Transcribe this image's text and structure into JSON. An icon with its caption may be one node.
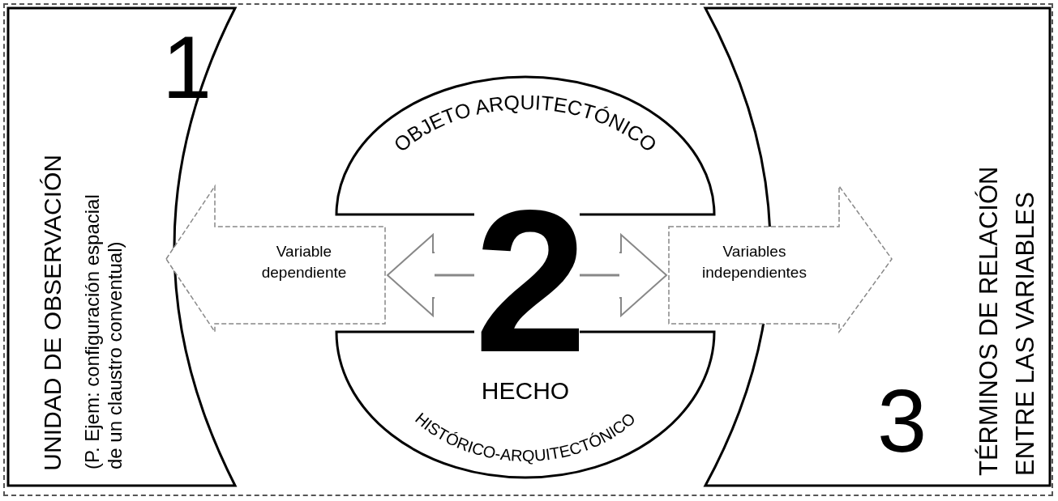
{
  "diagram": {
    "nodes": [
      {
        "text": [
          "UNIDAD DE OBSERVACIÓN",
          "(P. Ejem: configuración espacial de un claustro conventual)",
          "1"
        ]
      },
      {
        "text": [
          "TÉRMINOS DE RELACIÓN ENTRE LAS VARIABLES",
          "3"
        ]
      },
      {
        "text": [
          "OBJETO ARQUITECTÓNICO"
        ]
      },
      {
        "text": [
          "HECHO",
          "HISTÓRICO-ARQUITECTÓNICO"
        ]
      },
      {
        "text": [
          "Variable dependiente"
        ]
      },
      {
        "text": [
          "Variables independientes"
        ]
      }
    ],
    "edges": [
      {
        "from": 4,
        "to": 5,
        "arrow": "both"
      }
    ],
    "labels": [
      "2"
    ]
  }
}
